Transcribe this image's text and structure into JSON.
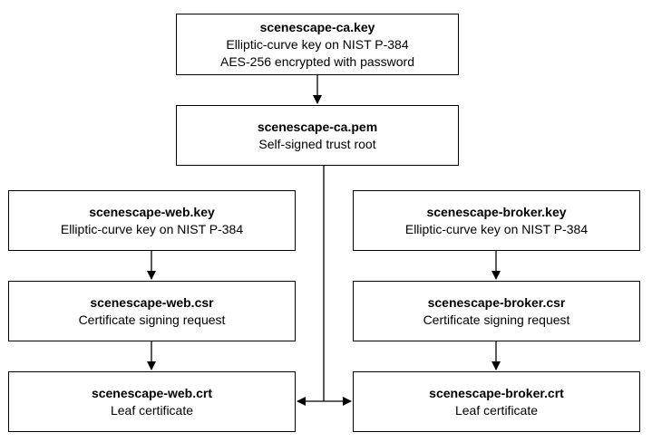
{
  "ca_key": {
    "title": "scenescape-ca.key",
    "line1": "Elliptic-curve key on NIST P-384",
    "line2": "AES-256 encrypted with password"
  },
  "ca_pem": {
    "title": "scenescape-ca.pem",
    "line1": "Self-signed trust root"
  },
  "web_key": {
    "title": "scenescape-web.key",
    "line1": "Elliptic-curve key on NIST P-384"
  },
  "web_csr": {
    "title": "scenescape-web.csr",
    "line1": "Certificate signing request"
  },
  "web_crt": {
    "title": "scenescape-web.crt",
    "line1": "Leaf certificate"
  },
  "broker_key": {
    "title": "scenescape-broker.key",
    "line1": "Elliptic-curve key on NIST P-384"
  },
  "broker_csr": {
    "title": "scenescape-broker.csr",
    "line1": "Certificate signing request"
  },
  "broker_crt": {
    "title": "scenescape-broker.crt",
    "line1": "Leaf certificate"
  }
}
